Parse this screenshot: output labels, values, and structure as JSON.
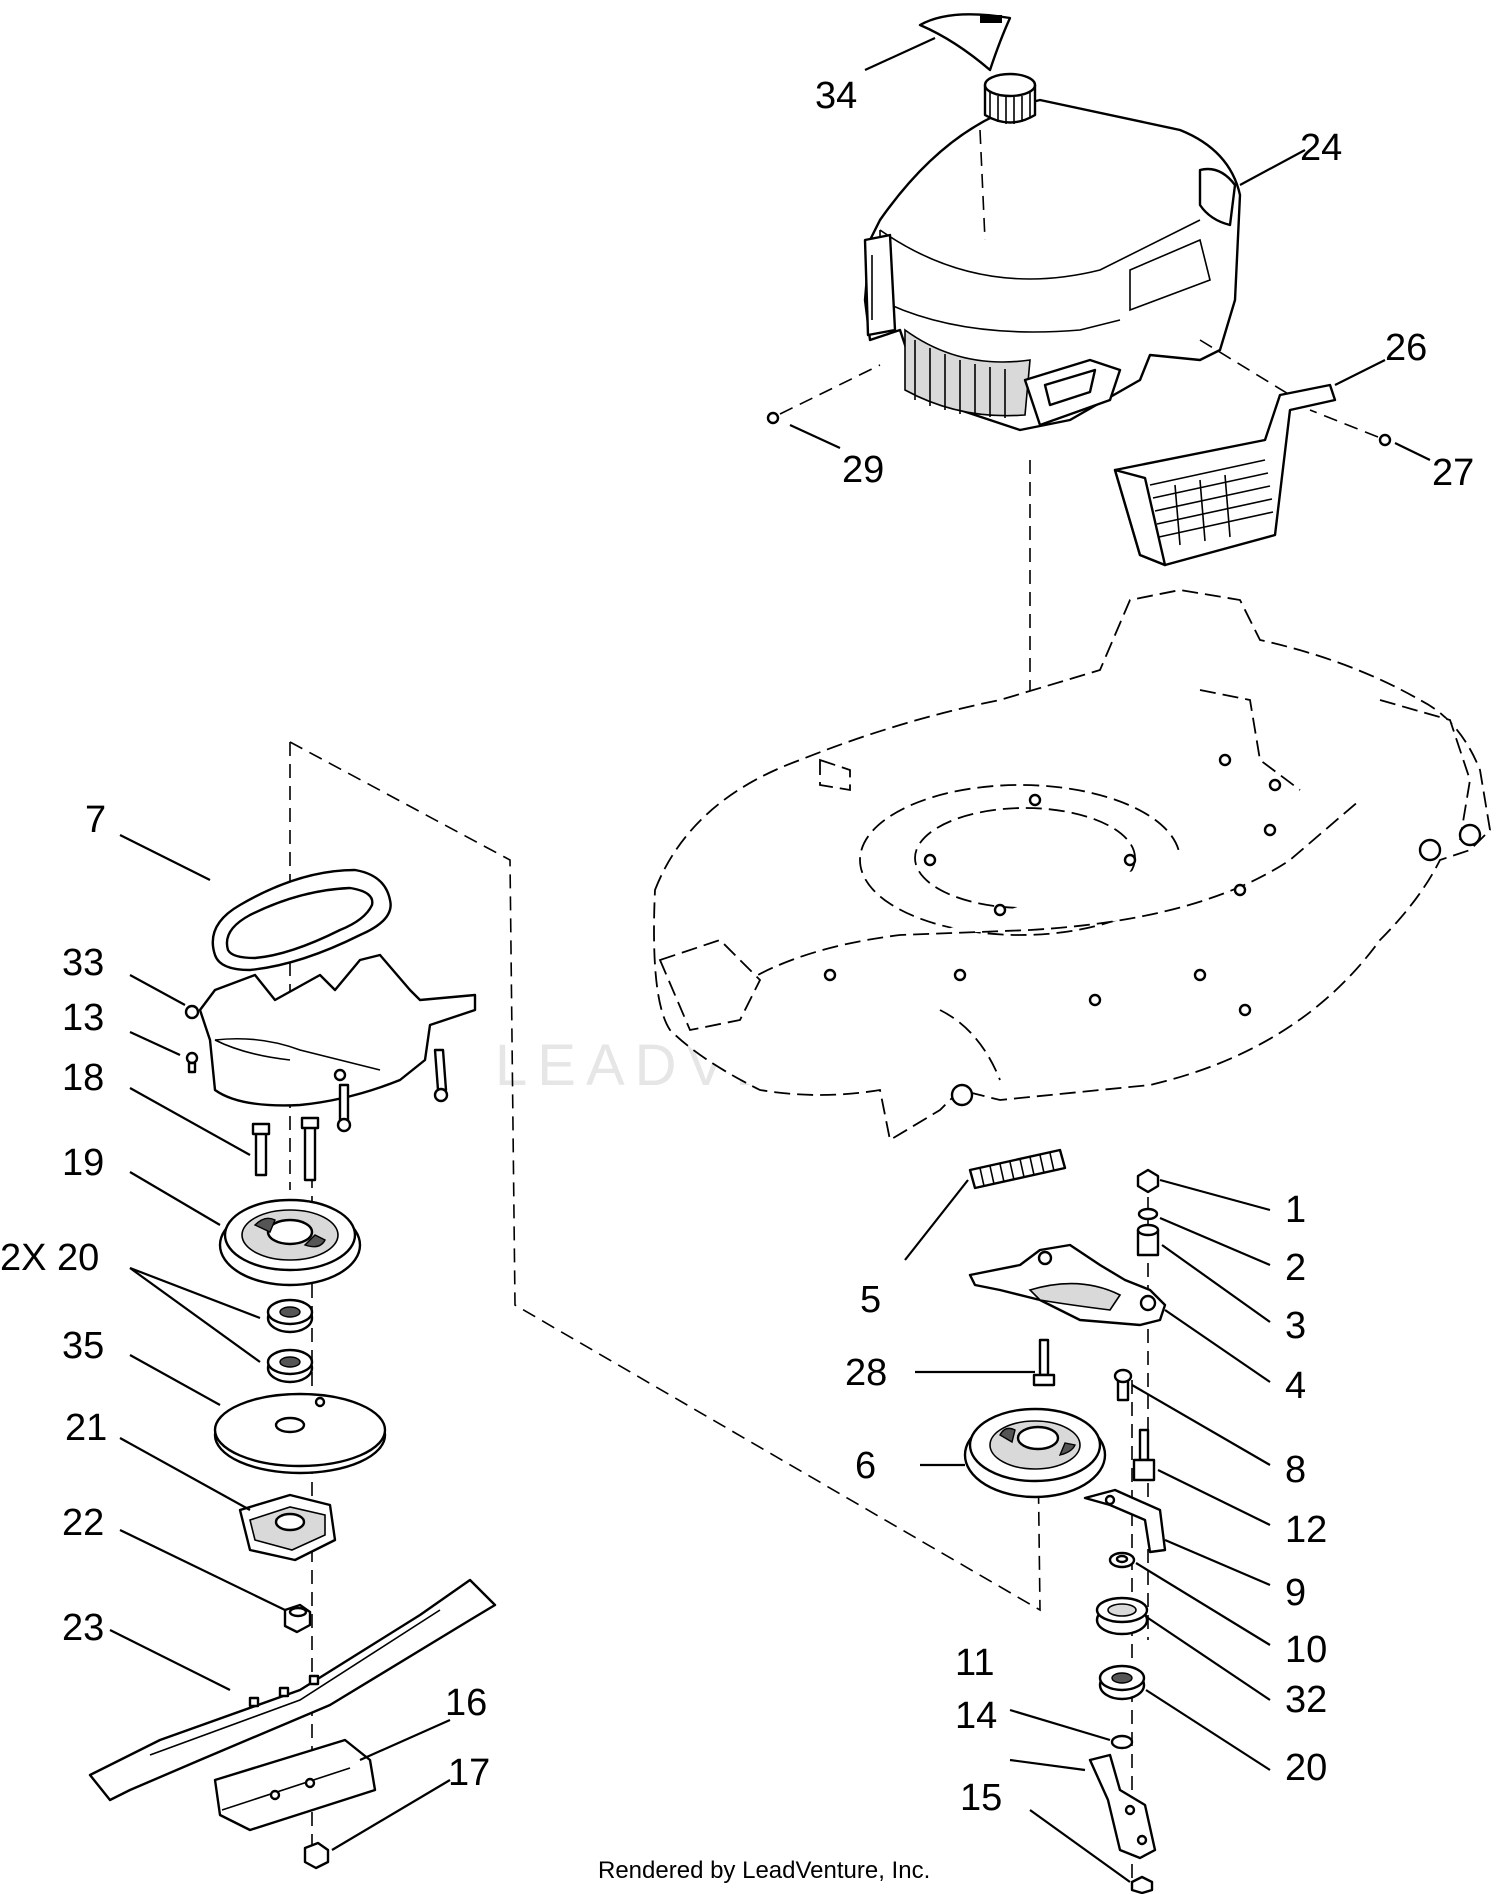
{
  "callouts": [
    {
      "id": "34",
      "text": "34"
    },
    {
      "id": "24",
      "text": "24"
    },
    {
      "id": "26",
      "text": "26"
    },
    {
      "id": "29",
      "text": "29"
    },
    {
      "id": "27",
      "text": "27"
    },
    {
      "id": "7",
      "text": "7"
    },
    {
      "id": "33",
      "text": "33"
    },
    {
      "id": "13",
      "text": "13"
    },
    {
      "id": "18",
      "text": "18"
    },
    {
      "id": "19",
      "text": "19"
    },
    {
      "id": "20a",
      "text": "2X 20"
    },
    {
      "id": "35",
      "text": "35"
    },
    {
      "id": "21",
      "text": "21"
    },
    {
      "id": "22",
      "text": "22"
    },
    {
      "id": "23",
      "text": "23"
    },
    {
      "id": "16",
      "text": "16"
    },
    {
      "id": "17",
      "text": "17"
    },
    {
      "id": "5",
      "text": "5"
    },
    {
      "id": "1",
      "text": "1"
    },
    {
      "id": "2",
      "text": "2"
    },
    {
      "id": "3",
      "text": "3"
    },
    {
      "id": "4",
      "text": "4"
    },
    {
      "id": "28",
      "text": "28"
    },
    {
      "id": "6",
      "text": "6"
    },
    {
      "id": "8",
      "text": "8"
    },
    {
      "id": "12",
      "text": "12"
    },
    {
      "id": "9",
      "text": "9"
    },
    {
      "id": "10",
      "text": "10"
    },
    {
      "id": "32",
      "text": "32"
    },
    {
      "id": "11",
      "text": "11"
    },
    {
      "id": "14",
      "text": "14"
    },
    {
      "id": "20b",
      "text": "20"
    },
    {
      "id": "15",
      "text": "15"
    }
  ],
  "watermark": "LEADVENTURE",
  "footer": {
    "text": "Rendered by LeadVenture, Inc."
  }
}
